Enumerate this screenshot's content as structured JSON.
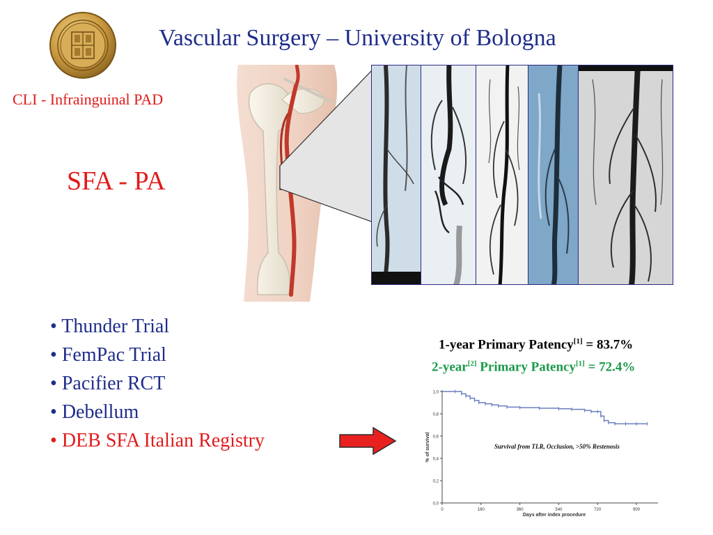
{
  "header": {
    "title": "Vascular Surgery – University of Bologna"
  },
  "subtitle": "CLI - Infrainguinal PAD",
  "region_label": "SFA - PA",
  "bullets": [
    {
      "text": "Thunder Trial",
      "color": "#1f2d8a"
    },
    {
      "text": "FemPac Trial",
      "color": "#1f2d8a"
    },
    {
      "text": "Pacifier RCT",
      "color": "#1f2d8a"
    },
    {
      "text": "Debellum",
      "color": "#1f2d8a"
    },
    {
      "text": "DEB SFA Italian Registry",
      "color": "#e11b1b"
    }
  ],
  "patency": {
    "line1_text": "1-year Primary Patency",
    "line1_ref": "[1]",
    "line1_value": " = 83.7%",
    "line2_prefix": "2-year",
    "line2_ref1": "[2]",
    "line2_text": " Primary Patency",
    "line2_ref2": "[1]",
    "line2_value": " = 72.4%"
  },
  "colors": {
    "title": "#1f2d8a",
    "accent_red": "#e11b1b",
    "green": "#1a9a4a",
    "curve": "#6a7fc0"
  },
  "chart_data": {
    "type": "line",
    "annotation": "Survival from TLR, Occlusion, >50% Restenosis",
    "xlabel": "Days after index procedure",
    "ylabel": "% of survival",
    "x_ticks": [
      "0",
      "180",
      "360",
      "540",
      "720",
      "900"
    ],
    "y_ticks": [
      "0,0",
      "0,2",
      "0,4",
      "0,6",
      "0,8",
      "1,0"
    ],
    "xlim": [
      0,
      1000
    ],
    "ylim": [
      0,
      1.0
    ],
    "series": [
      {
        "x": [
          0,
          60,
          90,
          110,
          130,
          150,
          170,
          200,
          230,
          260,
          300,
          360,
          450,
          540,
          600,
          660,
          690,
          720,
          735,
          750,
          770,
          800,
          850,
          900,
          950
        ],
        "y": [
          1.0,
          1.0,
          0.98,
          0.96,
          0.94,
          0.92,
          0.9,
          0.89,
          0.88,
          0.87,
          0.86,
          0.855,
          0.85,
          0.845,
          0.84,
          0.83,
          0.82,
          0.82,
          0.78,
          0.74,
          0.72,
          0.71,
          0.71,
          0.71,
          0.71
        ]
      }
    ]
  }
}
